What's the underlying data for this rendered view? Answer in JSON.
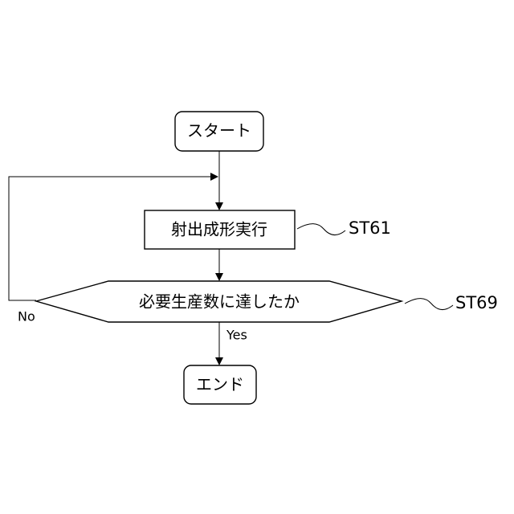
{
  "nodes": {
    "start": "スタート",
    "process": "射出成形実行",
    "decision": "必要生産数に達したか",
    "end": "エンド"
  },
  "refs": {
    "process": "ST61",
    "decision": "ST69"
  },
  "branches": {
    "yes": "Yes",
    "no": "No"
  }
}
